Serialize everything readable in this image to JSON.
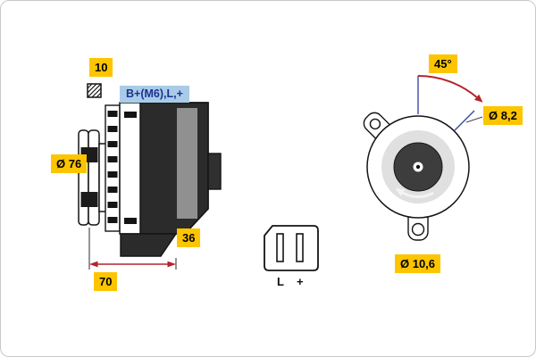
{
  "diagram": {
    "type": "technical-drawing",
    "subject": "alternator dimensional drawing",
    "labels": {
      "belt_width": "10",
      "terminals": "B+(M6),L,+",
      "pulley_diameter": "Ø 76",
      "dim_36": "36",
      "dim_70": "70",
      "mount_angle": "45°",
      "hole_top_diameter": "Ø 8,2",
      "hole_bottom_diameter": "Ø 10,6"
    },
    "connector": {
      "pin_left": "L",
      "pin_right": "+"
    },
    "colors": {
      "label_bg": "#fdc500",
      "terminal_label_bg": "#a9cbe8",
      "terminal_label_text": "#1a3290",
      "dimension_red": "#b5232d",
      "auxiliary_blue": "#3b4ba0",
      "body_dark": "#2b2b2b"
    }
  }
}
